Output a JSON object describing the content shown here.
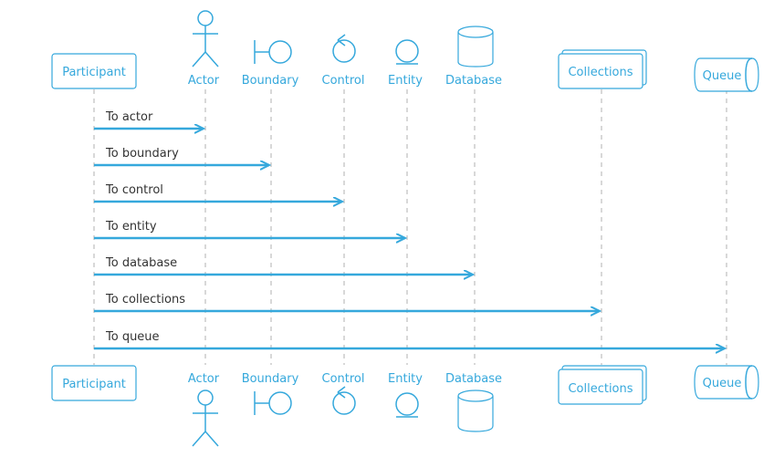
{
  "participants": [
    {
      "id": "participant",
      "type": "participant",
      "label": "Participant"
    },
    {
      "id": "actor",
      "type": "actor",
      "label": "Actor"
    },
    {
      "id": "boundary",
      "type": "boundary",
      "label": "Boundary"
    },
    {
      "id": "control",
      "type": "control",
      "label": "Control"
    },
    {
      "id": "entity",
      "type": "entity",
      "label": "Entity"
    },
    {
      "id": "database",
      "type": "database",
      "label": "Database"
    },
    {
      "id": "collections",
      "type": "collections",
      "label": "Collections"
    },
    {
      "id": "queue",
      "type": "queue",
      "label": "Queue"
    }
  ],
  "messages": [
    {
      "from": "participant",
      "to": "actor",
      "label": "To actor"
    },
    {
      "from": "participant",
      "to": "boundary",
      "label": "To boundary"
    },
    {
      "from": "participant",
      "to": "control",
      "label": "To control"
    },
    {
      "from": "participant",
      "to": "entity",
      "label": "To entity"
    },
    {
      "from": "participant",
      "to": "database",
      "label": "To database"
    },
    {
      "from": "participant",
      "to": "collections",
      "label": "To collections"
    },
    {
      "from": "participant",
      "to": "queue",
      "label": "To queue"
    }
  ],
  "colors": {
    "accent": "#35a8dc",
    "text": "#333333",
    "lifeline": "#b0b0b0"
  }
}
